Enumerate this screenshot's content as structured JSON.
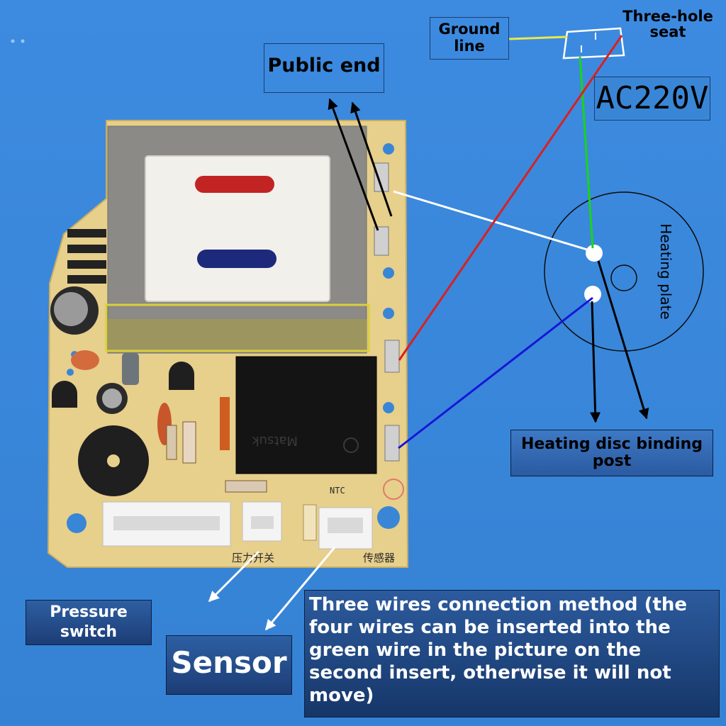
{
  "labels": {
    "ground_line": "Ground\nline",
    "three_hole_seat": "Three-hole\nseat",
    "public_end": "Public end",
    "ac220v": "AC220V",
    "heating_plate": "Heating plate",
    "heating_disc_binding_post": "Heating disc binding\npost",
    "pressure_switch": "Pressure\nswitch",
    "sensor": "Sensor",
    "three_wires_note": "Three wires connection method (the four wires can be inserted into the green wire in the picture on the second insert, otherwise it will not move)",
    "ntc": "NTC",
    "relay_text": "Matsuk",
    "silk_pressure": "压力开关",
    "silk_sensor": "传感器"
  },
  "colors": {
    "background": "#3a86d6",
    "board": "#e7cf8c",
    "wire_ground": "#e8e84a",
    "wire_live": "#d92020",
    "wire_neutral": "#1515d8",
    "wire_green": "#19d419",
    "wire_white": "#ffffff"
  }
}
